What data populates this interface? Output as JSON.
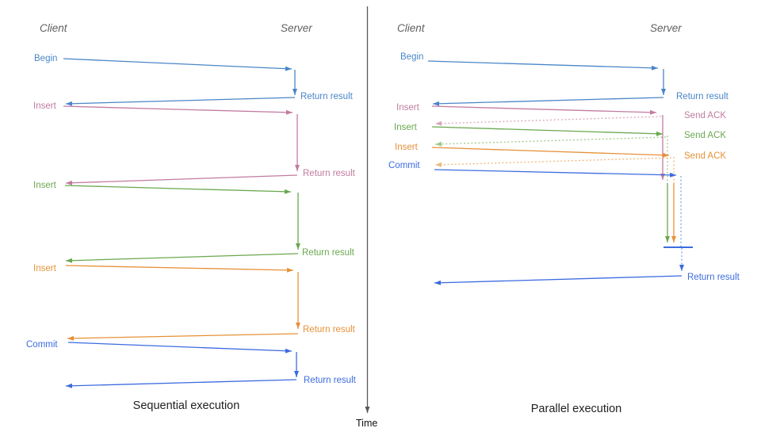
{
  "time_axis": {
    "label": "Time"
  },
  "colors": {
    "begin_blue": "#4a86c8",
    "insert_pink": "#c27ba0",
    "insert_green": "#6aa84f",
    "insert_orange": "#e69138",
    "commit_blue": "#3c6be0",
    "axis_gray": "#595959",
    "actor_gray": "#5f5f5f"
  },
  "sequential": {
    "title": "Sequential execution",
    "client": "Client",
    "server": "Server",
    "ops": [
      {
        "label": "Begin",
        "result": "Return result"
      },
      {
        "label": "Insert",
        "result": "Return result"
      },
      {
        "label": "Insert",
        "result": "Return result"
      },
      {
        "label": "Insert",
        "result": "Return result"
      },
      {
        "label": "Commit",
        "result": "Return result"
      }
    ]
  },
  "parallel": {
    "title": "Parallel execution",
    "client": "Client",
    "server": "Server",
    "ops": [
      {
        "label": "Begin",
        "result": "Return result"
      },
      {
        "label": "Insert",
        "result": "Send ACK"
      },
      {
        "label": "Insert",
        "result": "Send ACK"
      },
      {
        "label": "Insert",
        "result": "Send ACK"
      },
      {
        "label": "Commit",
        "result": "Return result"
      }
    ]
  }
}
